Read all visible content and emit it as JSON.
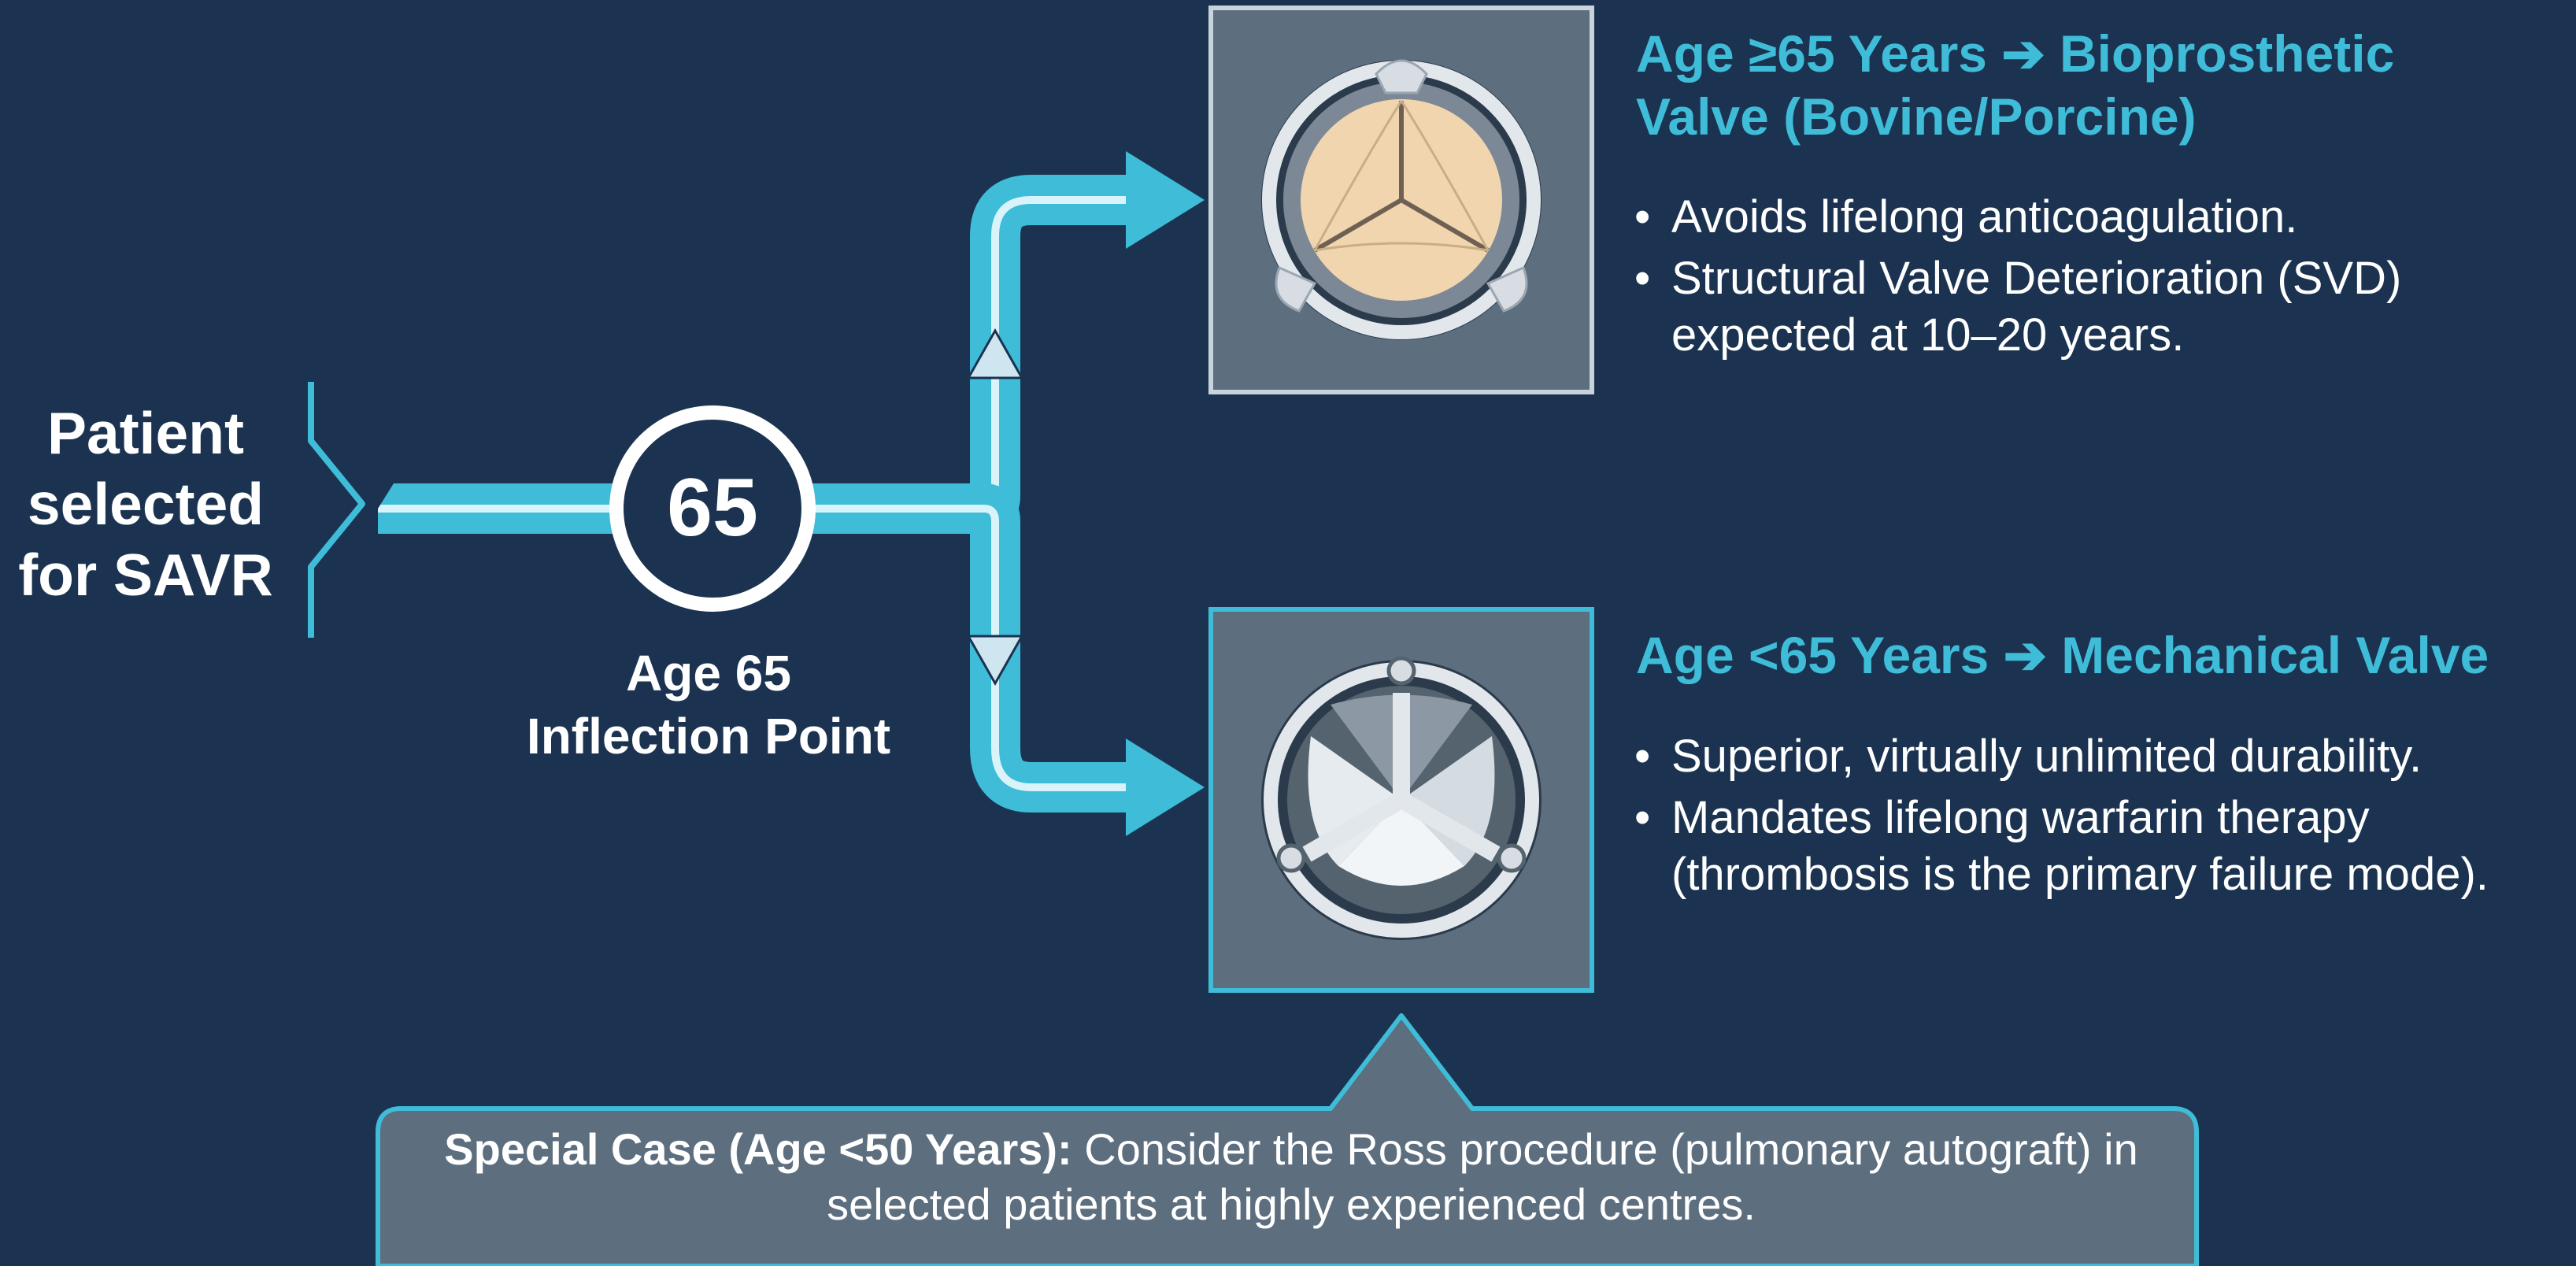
{
  "colors": {
    "background": "#1b3350",
    "accent_cyan": "#3fbcd8",
    "panel_gray": "#5d6e7f",
    "white": "#ffffff"
  },
  "start": {
    "label_lines": [
      "Patient",
      "selected",
      "for SAVR"
    ]
  },
  "decision_node": {
    "value": "65",
    "label_lines": [
      "Age 65",
      "Inflection Point"
    ]
  },
  "branches": [
    {
      "heading": "Age ≥65 Years ➔ Bioprosthetic Valve (Bovine/Porcine)",
      "icon": "bioprosthetic-valve-icon",
      "bullets": [
        "Avoids lifelong anticoagulation.",
        "Structural Valve Deterioration (SVD) expected at 10–20 years."
      ]
    },
    {
      "heading": "Age <65 Years ➔ Mechanical Valve",
      "icon": "mechanical-valve-icon",
      "bullets": [
        "Superior, virtually unlimited durability.",
        "Mandates lifelong warfarin therapy (thrombosis is the primary failure mode)."
      ]
    }
  ],
  "special_case": {
    "label": "Special Case (Age <50 Years):",
    "text": " Consider the Ross procedure (pulmonary autograft) in selected patients at highly experienced centres."
  }
}
